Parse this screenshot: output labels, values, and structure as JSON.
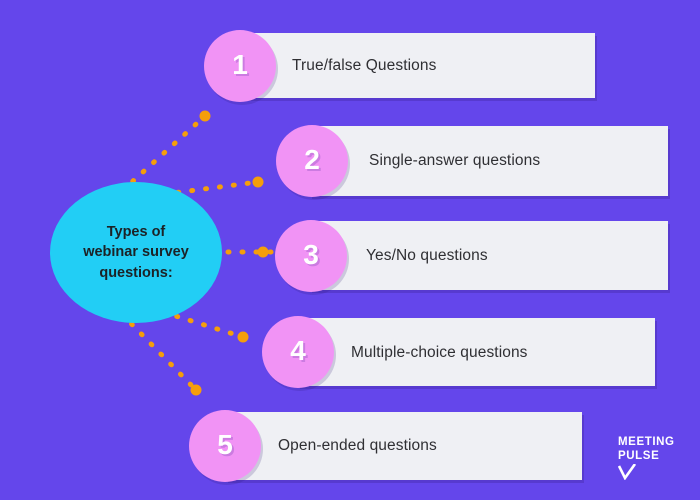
{
  "theme": {
    "background": "#6446EB",
    "hub_fill": "#22CEF5",
    "badge_fill": "#F193F5",
    "card_fill": "#EFF0F4",
    "connector": "#F59E0B",
    "text_dark": "#2F2F33",
    "text_light": "#FFFFFF"
  },
  "hub": {
    "title": "Types of webinar survey questions:",
    "line1": "Types of",
    "line2": "webinar survey",
    "line3": "questions:"
  },
  "items": [
    {
      "number": "1",
      "label": "True/false Questions"
    },
    {
      "number": "2",
      "label": "Single-answer questions"
    },
    {
      "number": "3",
      "label": "Yes/No questions"
    },
    {
      "number": "4",
      "label": "Multiple-choice questions"
    },
    {
      "number": "5",
      "label": "Open-ended questions"
    }
  ],
  "logo": {
    "line1": "MEETING",
    "line2": "PULSE",
    "mark": "check-mark"
  }
}
